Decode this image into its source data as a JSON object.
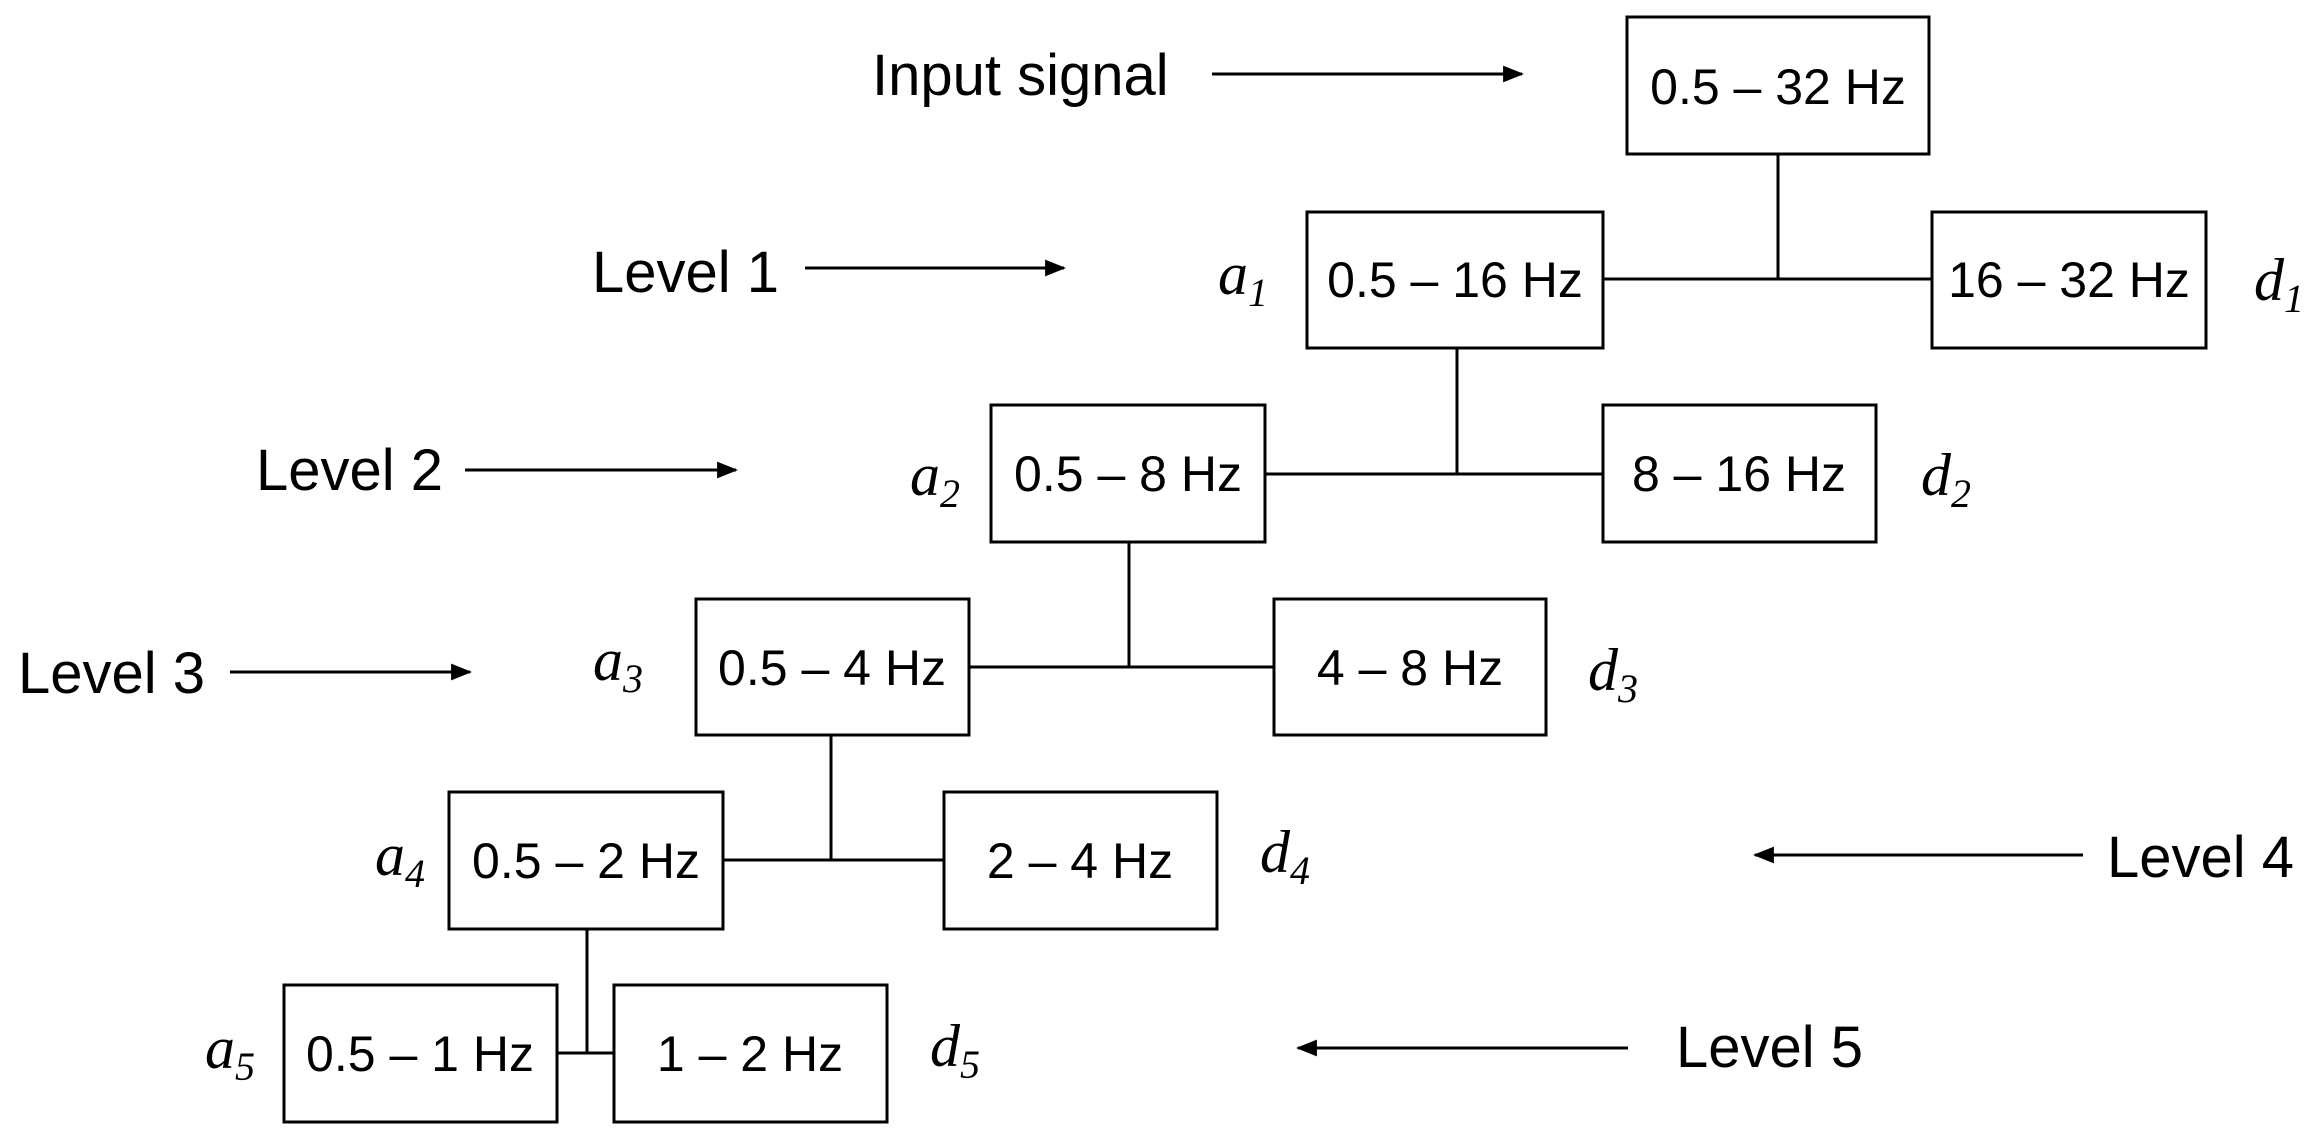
{
  "input": {
    "label": "Input signal",
    "band": "0.5 – 32 Hz"
  },
  "levels": [
    {
      "label": "Level 1",
      "approx_name": "a",
      "approx_idx": "1",
      "approx_band": "0.5 – 16 Hz",
      "detail_name": "d",
      "detail_idx": "1",
      "detail_band": "16 – 32 Hz"
    },
    {
      "label": "Level 2",
      "approx_name": "a",
      "approx_idx": "2",
      "approx_band": "0.5 – 8 Hz",
      "detail_name": "d",
      "detail_idx": "2",
      "detail_band": "8 – 16 Hz"
    },
    {
      "label": "Level 3",
      "approx_name": "a",
      "approx_idx": "3",
      "approx_band": "0.5 – 4 Hz",
      "detail_name": "d",
      "detail_idx": "3",
      "detail_band": "4 – 8 Hz"
    },
    {
      "label": "Level 4",
      "approx_name": "a",
      "approx_idx": "4",
      "approx_band": "0.5 – 2 Hz",
      "detail_name": "d",
      "detail_idx": "4",
      "detail_band": "2 – 4 Hz"
    },
    {
      "label": "Level 5",
      "approx_name": "a",
      "approx_idx": "5",
      "approx_band": "0.5 – 1 Hz",
      "detail_name": "d",
      "detail_idx": "5",
      "detail_band": "1 – 2 Hz"
    }
  ]
}
